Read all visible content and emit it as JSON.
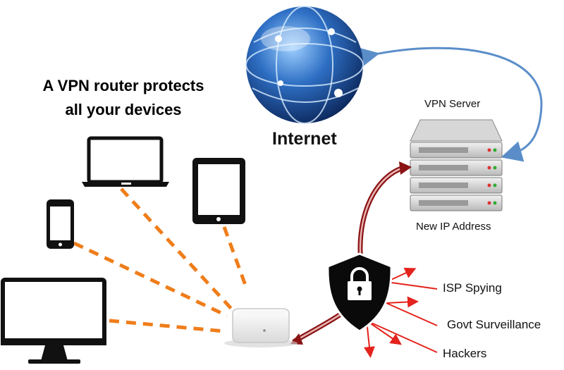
{
  "headline": {
    "line1": "A VPN router protects",
    "line2": "all your devices"
  },
  "internet": {
    "label": "Internet"
  },
  "vpn_server": {
    "title": "VPN Server",
    "subtitle": "New IP Address"
  },
  "threats": [
    {
      "label": "ISP Spying"
    },
    {
      "label": "Govt Surveillance"
    },
    {
      "label": "Hackers"
    }
  ],
  "colors": {
    "device_link": "#ef7d1a",
    "tunnel": "#8b1414",
    "threat_arrow": "#e4231d",
    "internet_link": "#5b8ec9",
    "shield": "#0a0a0a"
  }
}
